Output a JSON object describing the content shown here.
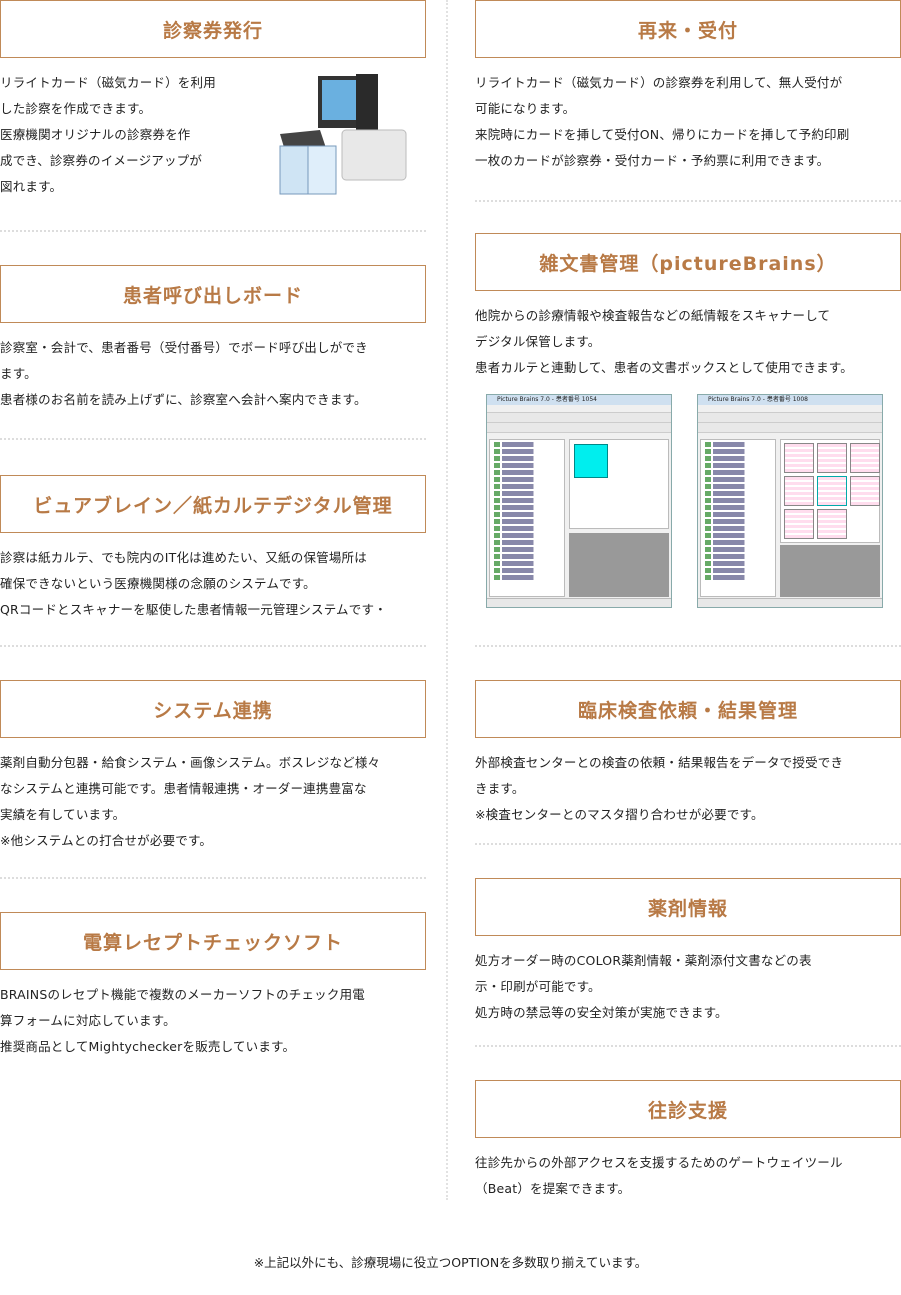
{
  "left": [
    {
      "title": "診察券発行",
      "lines": [
        "リライトカード（磁気カード）を利用",
        "した診察を作成できます。",
        "医療機関オリジナルの診察券を作",
        "成でき、診察券のイメージアップが",
        "図れます。"
      ]
    },
    {
      "title": "患者呼び出しボード",
      "lines": [
        "診察室・会計で、患者番号（受付番号）でボード呼び出しができ",
        "ます。",
        "患者様のお名前を読み上げずに、診察室へ会計へ案内できます。"
      ]
    },
    {
      "title": "ビュアブレイン／紙カルテデジタル管理",
      "lines": [
        "診察は紙カルテ、でも院内のIT化は進めたい、又紙の保管場所は",
        "確保できないという医療機関様の念願のシステムです。",
        "QRコードとスキャナーを駆使した患者情報一元管理システムです・"
      ]
    },
    {
      "title": "システム連携",
      "lines": [
        "薬剤自動分包器・給食システム・画像システム。ボスレジなど様々",
        "なシステムと連携可能です。患者情報連携・オーダー連携豊富な",
        "実績を有しています。",
        "※他システムとの打合せが必要です。"
      ]
    },
    {
      "title": "電算レセプトチェックソフト",
      "lines": [
        "BRAINSのレセプト機能で複数のメーカーソフトのチェック用電",
        "算フォームに対応しています。",
        "推奨商品としてMightycheckerを販売しています。"
      ]
    }
  ],
  "right": [
    {
      "title": "再来・受付",
      "lines": [
        "リライトカード（磁気カード）の診察券を利用して、無人受付が",
        "可能になります。",
        "来院時にカードを挿して受付ON、帰りにカードを挿して予約印刷",
        "一枚のカードが診察券・受付カード・予約票に利用できます。"
      ]
    },
    {
      "title": "雑文書管理（pictureBrains）",
      "lines": [
        "他院からの診療情報や検査報告などの紙情報をスキャナーして",
        "デジタル保管します。",
        "患者カルテと連動して、患者の文書ボックスとして使用できます。"
      ]
    },
    {
      "title": "臨床検査依頼・結果管理",
      "lines": [
        "外部検査センターとの検査の依頼・結果報告をデータで授受でき",
        "きます。",
        "※検査センターとのマスタ摺り合わせが必要です。"
      ]
    },
    {
      "title": "薬剤情報",
      "lines": [
        "処方オーダー時のCOLOR薬剤情報・薬剤添付文書などの表",
        "示・印刷が可能です。",
        "処方時の禁忌等の安全対策が実施できます。"
      ]
    },
    {
      "title": "往診支援",
      "lines": [
        "往診先からの外部アクセスを支援するためのゲートウェイツール",
        "（Beat）を提案できます。"
      ]
    }
  ],
  "screenshots": [
    {
      "title": "Picture Brains 7.0 - 患者番号 1054"
    },
    {
      "title": "Picture Brains 7.0 - 患者番号 1008"
    }
  ],
  "footer": "※上記以外にも、診療現場に役立つOPTIONを多数取り揃えています。",
  "colors": {
    "accent": "#b87a46",
    "border": "#c08a58"
  }
}
